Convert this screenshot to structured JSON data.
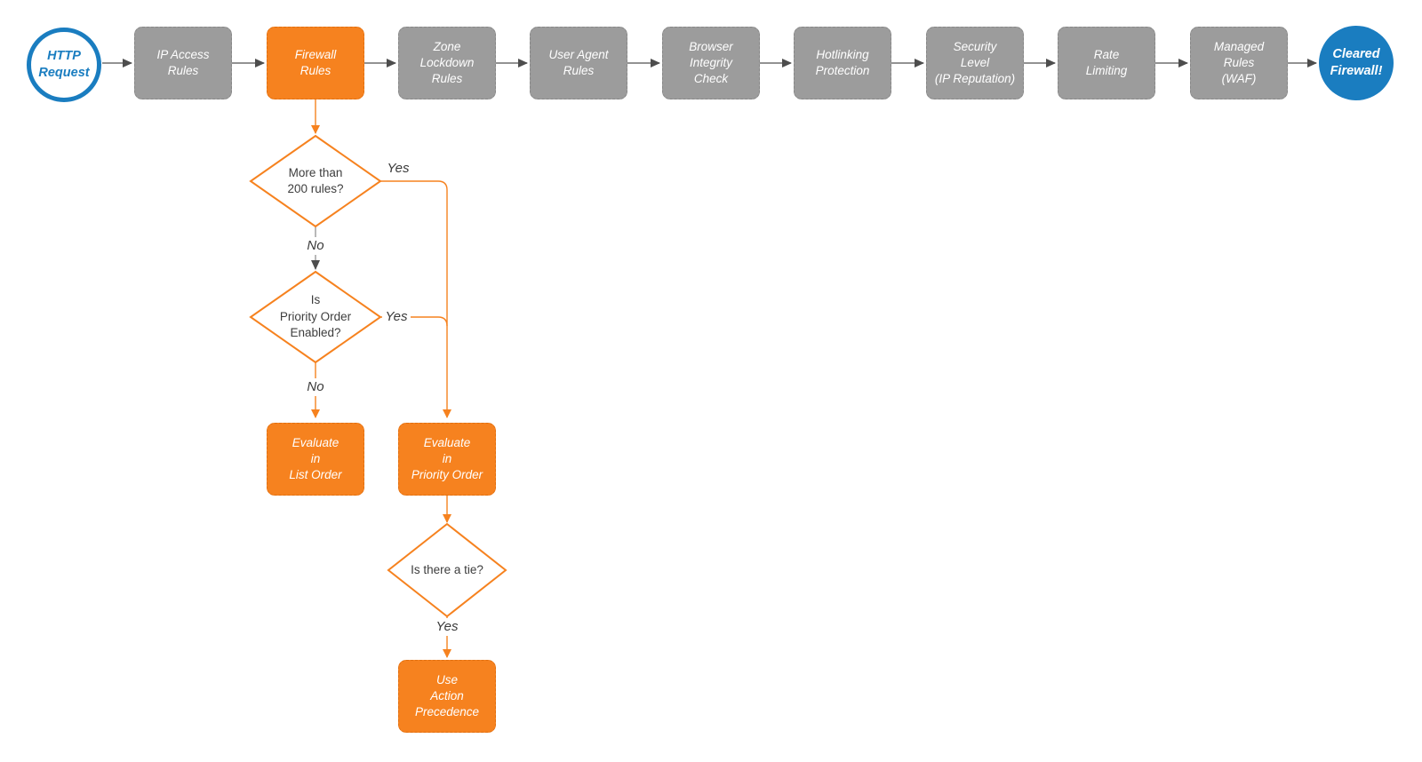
{
  "colors": {
    "accent_orange": "#F6821F",
    "stage_gray": "#9C9C9C",
    "terminator_blue": "#1A7DC0",
    "connector_dark": "#4D4D4D",
    "connector_gray": "#999999",
    "label_text": "#3D3D3D"
  },
  "pipeline": {
    "start": {
      "label": "HTTP\nRequest"
    },
    "stages": [
      {
        "label": "IP Access\nRules"
      },
      {
        "label": "Firewall\nRules"
      },
      {
        "label": "Zone\nLockdown\nRules"
      },
      {
        "label": "User Agent\nRules"
      },
      {
        "label": "Browser\nIntegrity\nCheck"
      },
      {
        "label": "Hotlinking\nProtection"
      },
      {
        "label": "Security\nLevel\n(IP Reputation)"
      },
      {
        "label": "Rate\nLimiting"
      },
      {
        "label": "Managed\nRules\n(WAF)"
      }
    ],
    "end": {
      "label": "Cleared\nFirewall!"
    }
  },
  "decision_tree": {
    "decisions": [
      {
        "label": "More than\n200 rules?",
        "yes_label": "Yes",
        "no_label": "No"
      },
      {
        "label": "Is\nPriority Order\nEnabled?",
        "yes_label": "Yes",
        "no_label": "No"
      },
      {
        "label": "Is there a tie?",
        "yes_label": "Yes"
      }
    ],
    "actions": [
      {
        "label": "Evaluate\nin\nList Order"
      },
      {
        "label": "Evaluate\nin\nPriority Order"
      },
      {
        "label": "Use\nAction\nPrecedence"
      }
    ]
  }
}
